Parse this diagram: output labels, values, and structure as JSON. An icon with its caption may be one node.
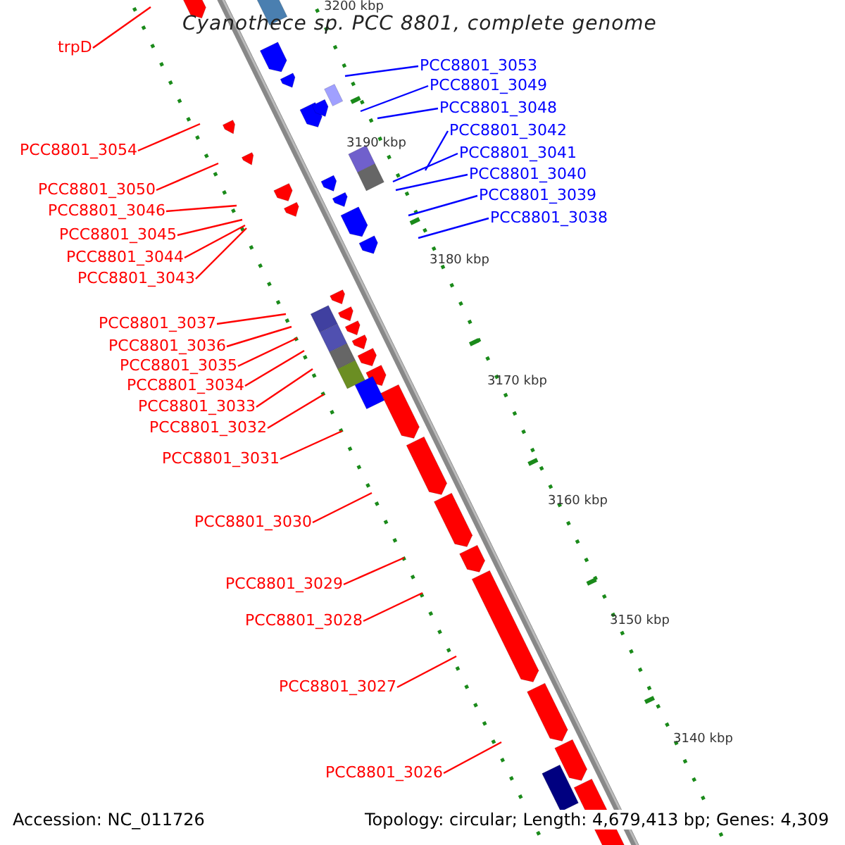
{
  "diagram": {
    "title": "Cyanothece sp. PCC 8801, complete genome",
    "nodes": [
      {
        "text": [
          "trpD"
        ]
      },
      {
        "text": [
          "PCC8801_3054"
        ]
      },
      {
        "text": [
          "PCC8801_3050"
        ]
      },
      {
        "text": [
          "PCC8801_3046"
        ]
      },
      {
        "text": [
          "PCC8801_3045"
        ]
      },
      {
        "text": [
          "PCC8801_3044"
        ]
      },
      {
        "text": [
          "PCC8801_3043"
        ]
      },
      {
        "text": [
          "PCC8801_3037"
        ]
      },
      {
        "text": [
          "PCC8801_3036"
        ]
      },
      {
        "text": [
          "PCC8801_3035"
        ]
      },
      {
        "text": [
          "PCC8801_3034"
        ]
      },
      {
        "text": [
          "PCC8801_3033"
        ]
      },
      {
        "text": [
          "PCC8801_3032"
        ]
      },
      {
        "text": [
          "PCC8801_3031"
        ]
      },
      {
        "text": [
          "PCC8801_3030"
        ]
      },
      {
        "text": [
          "PCC8801_3029"
        ]
      },
      {
        "text": [
          "PCC8801_3028"
        ]
      },
      {
        "text": [
          "PCC8801_3027"
        ]
      },
      {
        "text": [
          "PCC8801_3026"
        ]
      },
      {
        "text": [
          "PCC8801_3053"
        ]
      },
      {
        "text": [
          "PCC8801_3049"
        ]
      },
      {
        "text": [
          "PCC8801_3048"
        ]
      },
      {
        "text": [
          "PCC8801_3042"
        ]
      },
      {
        "text": [
          "PCC8801_3041"
        ]
      },
      {
        "text": [
          "PCC8801_3040"
        ]
      },
      {
        "text": [
          "PCC8801_3039"
        ]
      },
      {
        "text": [
          "PCC8801_3038"
        ]
      }
    ],
    "edges": [
      {
        "from": 0,
        "to": null,
        "arrow": "none"
      },
      {
        "from": 1,
        "to": null,
        "arrow": "none"
      },
      {
        "from": 2,
        "to": null,
        "arrow": "none"
      },
      {
        "from": 3,
        "to": null,
        "arrow": "none"
      },
      {
        "from": 4,
        "to": null,
        "arrow": "none"
      },
      {
        "from": 5,
        "to": null,
        "arrow": "none"
      },
      {
        "from": 6,
        "to": null,
        "arrow": "none"
      },
      {
        "from": 7,
        "to": null,
        "arrow": "none"
      },
      {
        "from": 8,
        "to": null,
        "arrow": "none"
      },
      {
        "from": 9,
        "to": null,
        "arrow": "none"
      },
      {
        "from": 10,
        "to": null,
        "arrow": "none"
      },
      {
        "from": 11,
        "to": null,
        "arrow": "none"
      },
      {
        "from": 12,
        "to": null,
        "arrow": "none"
      },
      {
        "from": 13,
        "to": null,
        "arrow": "none"
      },
      {
        "from": 14,
        "to": null,
        "arrow": "none"
      },
      {
        "from": 15,
        "to": null,
        "arrow": "none"
      },
      {
        "from": 16,
        "to": null,
        "arrow": "none"
      },
      {
        "from": 17,
        "to": null,
        "arrow": "none"
      },
      {
        "from": 18,
        "to": null,
        "arrow": "none"
      },
      {
        "from": 19,
        "to": null,
        "arrow": "none",
        "color": "#0000ff"
      },
      {
        "from": 20,
        "to": null,
        "arrow": "none",
        "color": "#0000ff"
      },
      {
        "from": 21,
        "to": null,
        "arrow": "none",
        "color": "#0000ff"
      },
      {
        "from": 22,
        "to": null,
        "arrow": "none",
        "color": "#0000ff"
      },
      {
        "from": 23,
        "to": null,
        "arrow": "none",
        "color": "#0000ff"
      },
      {
        "from": 24,
        "to": null,
        "arrow": "none",
        "color": "#0000ff"
      },
      {
        "from": 25,
        "to": null,
        "arrow": "none",
        "color": "#0000ff"
      },
      {
        "from": 26,
        "to": null,
        "arrow": "none",
        "color": "#0000ff"
      }
    ],
    "labels": [
      "3200 kbp",
      "3190 kbp",
      "3180 kbp",
      "3170 kbp",
      "3160 kbp",
      "3150 kbp",
      "3140 kbp",
      "Accession: NC_011726",
      "Topology: circular; Length: 4,679,413 bp; Genes: 4,309"
    ]
  }
}
